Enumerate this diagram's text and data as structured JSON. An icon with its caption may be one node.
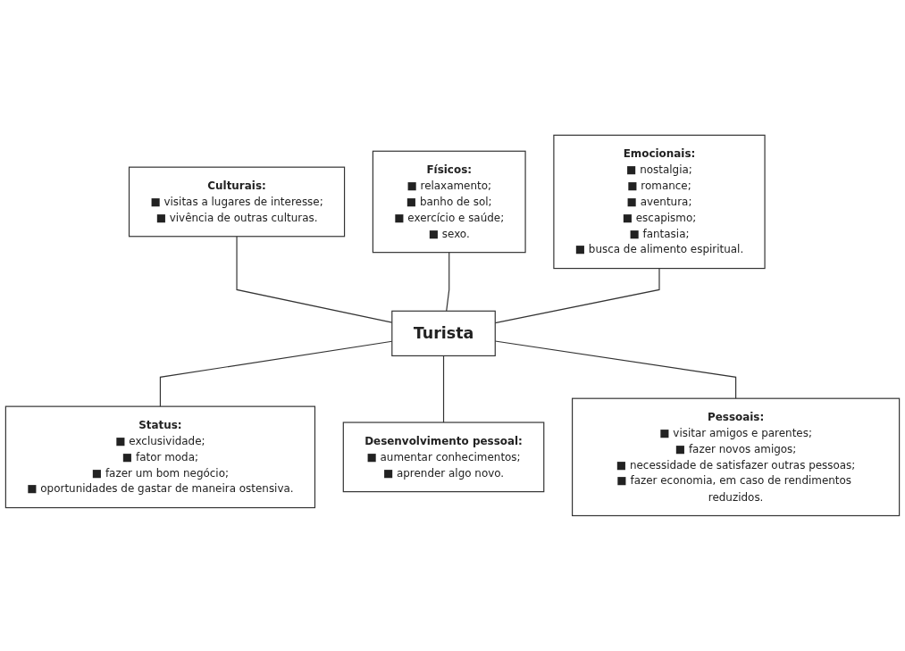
{
  "diagram": {
    "nodes": [
      {
        "text": [
          "Físicos:",
          "■ relaxamento;",
          "■ banho de sol;",
          "■ exercício e saúde;",
          "■ sexo."
        ]
      },
      {
        "text": [
          "Culturais:",
          "■ visitas a lugares de interesse;",
          "■ vivência de outras culturas."
        ]
      },
      {
        "text": [
          "Emocionais:",
          "■ nostalgia;",
          "■ romance;",
          "■ aventura;",
          "■ escapismo;",
          "■ fantasia;",
          "■ busca de alimento espiritual."
        ]
      },
      {
        "text": [
          "Turista"
        ]
      },
      {
        "text": [
          "Status:",
          "■ exclusividade;",
          "■ fator moda;",
          "■ fazer um bom negócio;",
          "■ oportunidades de gastar de maneira ostensiva."
        ]
      },
      {
        "text": [
          "Pessoais:",
          "■ visitar amigos e parentes;",
          "■ fazer novos amigos;",
          "■ necessidade de satisfazer outras pessoas;",
          "■ fazer economia, em caso de rendimentos reduzidos."
        ]
      },
      {
        "text": [
          "Desenvolvimento pessoal:",
          "■ aumentar conhecimentos;",
          "■ aprender algo novo."
        ]
      }
    ],
    "edges": [
      {
        "from": 1,
        "to": 3,
        "arrow": "none"
      },
      {
        "from": 0,
        "to": 3,
        "arrow": "none"
      },
      {
        "from": 2,
        "to": 3,
        "arrow": "none"
      },
      {
        "from": 3,
        "to": 4,
        "arrow": "none"
      },
      {
        "from": 3,
        "to": 6,
        "arrow": "none"
      },
      {
        "from": 3,
        "to": 5,
        "arrow": "none"
      }
    ]
  }
}
